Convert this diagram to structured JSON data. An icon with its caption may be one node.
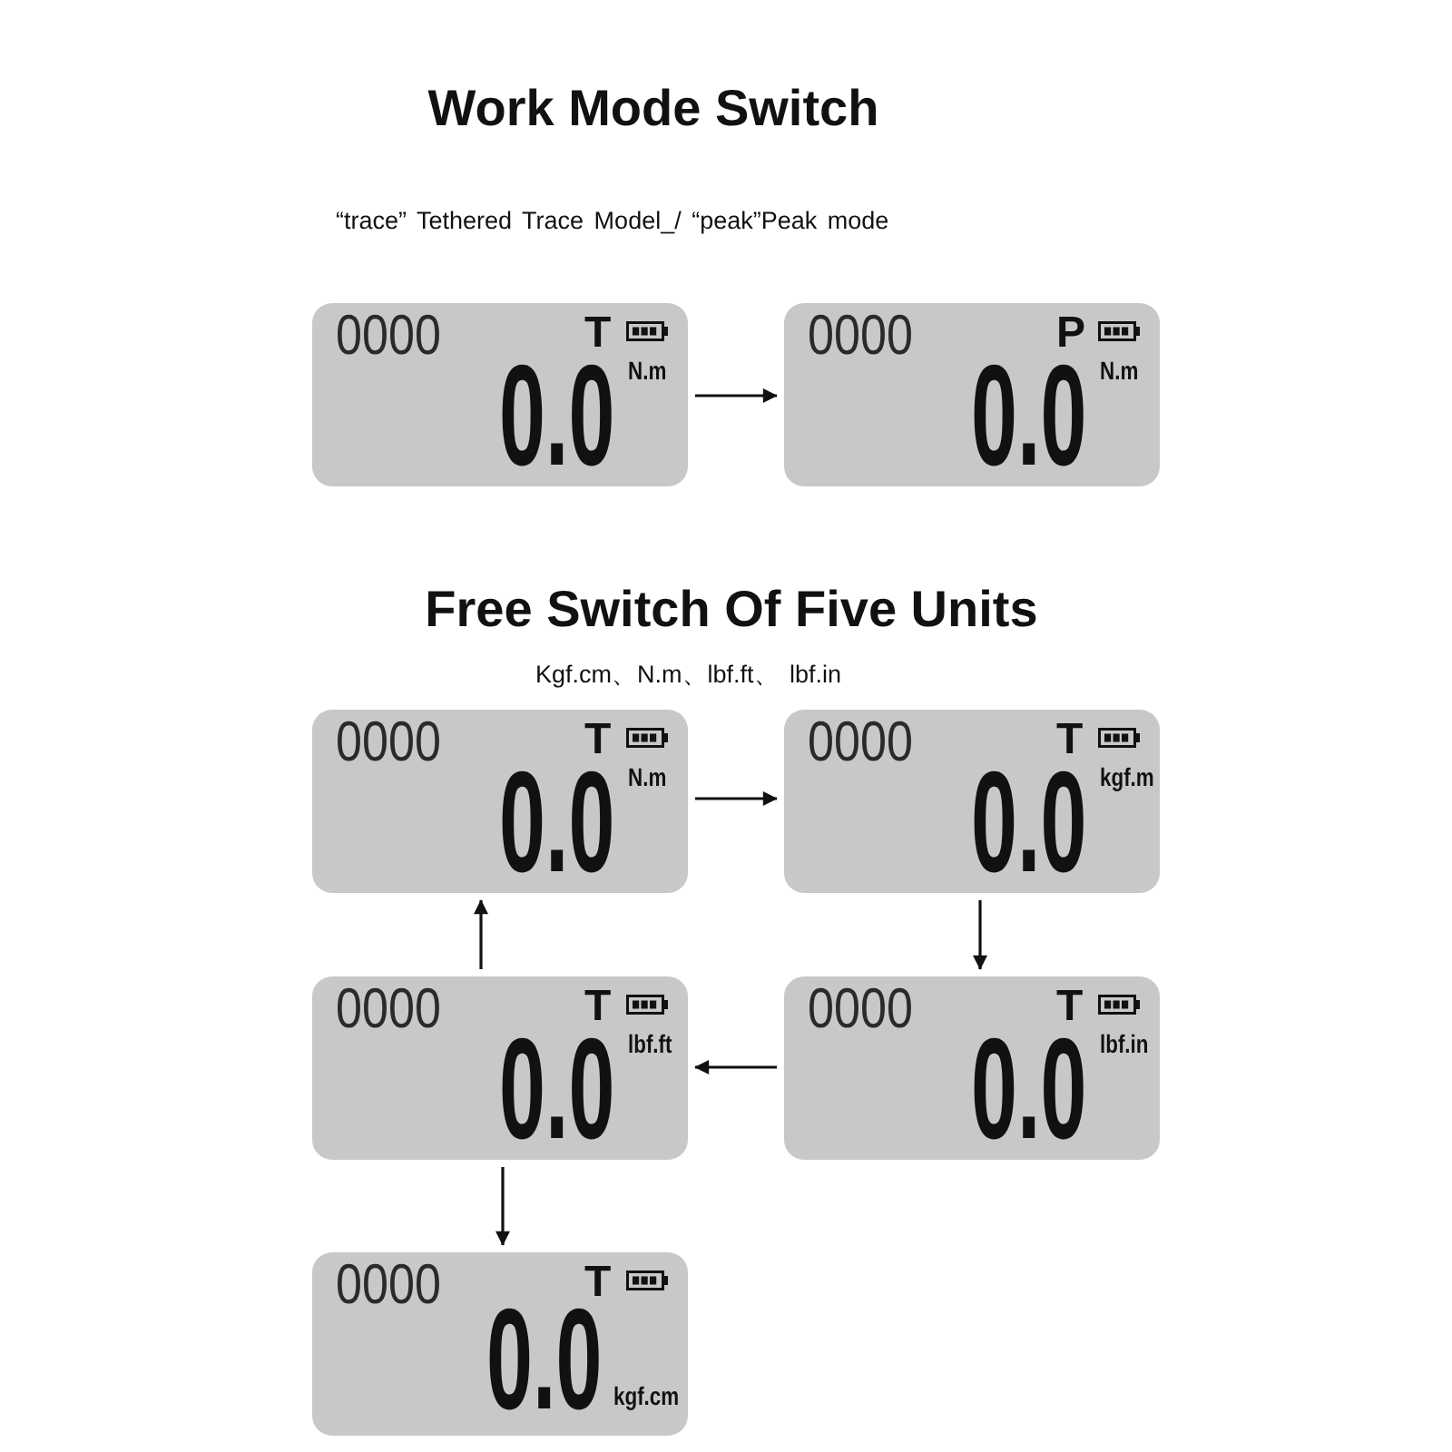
{
  "diagram": {
    "title": "Work Mode Switch",
    "nodes": [
      {
        "text": [
          "0000",
          "T",
          "0.0",
          "N.m"
        ]
      },
      {
        "text": [
          "0000",
          "P",
          "0.0",
          "N.m"
        ]
      },
      {
        "text": [
          "0000",
          "T",
          "0.0",
          "N.m"
        ]
      },
      {
        "text": [
          "0000",
          "T",
          "0.0",
          "kgf.m"
        ]
      },
      {
        "text": [
          "0000",
          "T",
          "0.0",
          "lbf.ft"
        ]
      },
      {
        "text": [
          "0000",
          "T",
          "0.0",
          "lbf.in"
        ]
      },
      {
        "text": [
          "0000",
          "T",
          "0.0",
          "kgf.cm"
        ]
      }
    ],
    "edges": [
      {
        "from": 0,
        "to": 1,
        "arrow": "to"
      },
      {
        "from": 2,
        "to": 3,
        "arrow": "to"
      },
      {
        "from": 3,
        "to": 5,
        "arrow": "to"
      },
      {
        "from": 5,
        "to": 4,
        "arrow": "to"
      },
      {
        "from": 4,
        "to": 2,
        "arrow": "to"
      },
      {
        "from": 4,
        "to": 6,
        "arrow": "to"
      }
    ],
    "labels": [
      "“trace” Tethered Trace Model_/ “peak”Peak mode",
      "Free Switch Of Five Units",
      "Kgf.cm、N.m、lbf.ft、 lbf.in"
    ]
  }
}
